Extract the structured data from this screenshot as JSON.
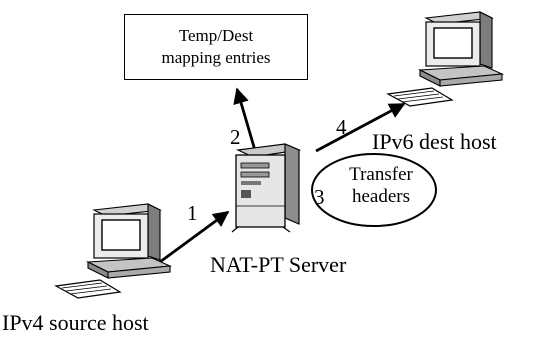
{
  "mapping_box": {
    "line1": "Temp/Dest",
    "line2": "mapping entries"
  },
  "ellipse": {
    "line1": "Transfer",
    "line2": "headers"
  },
  "labels": {
    "ipv6_host": "IPv6 dest host",
    "nat_server": "NAT-PT Server",
    "ipv4_host": "IPv4 source host"
  },
  "steps": {
    "s1": "1",
    "s2": "2",
    "s3": "3",
    "s4": "4"
  }
}
